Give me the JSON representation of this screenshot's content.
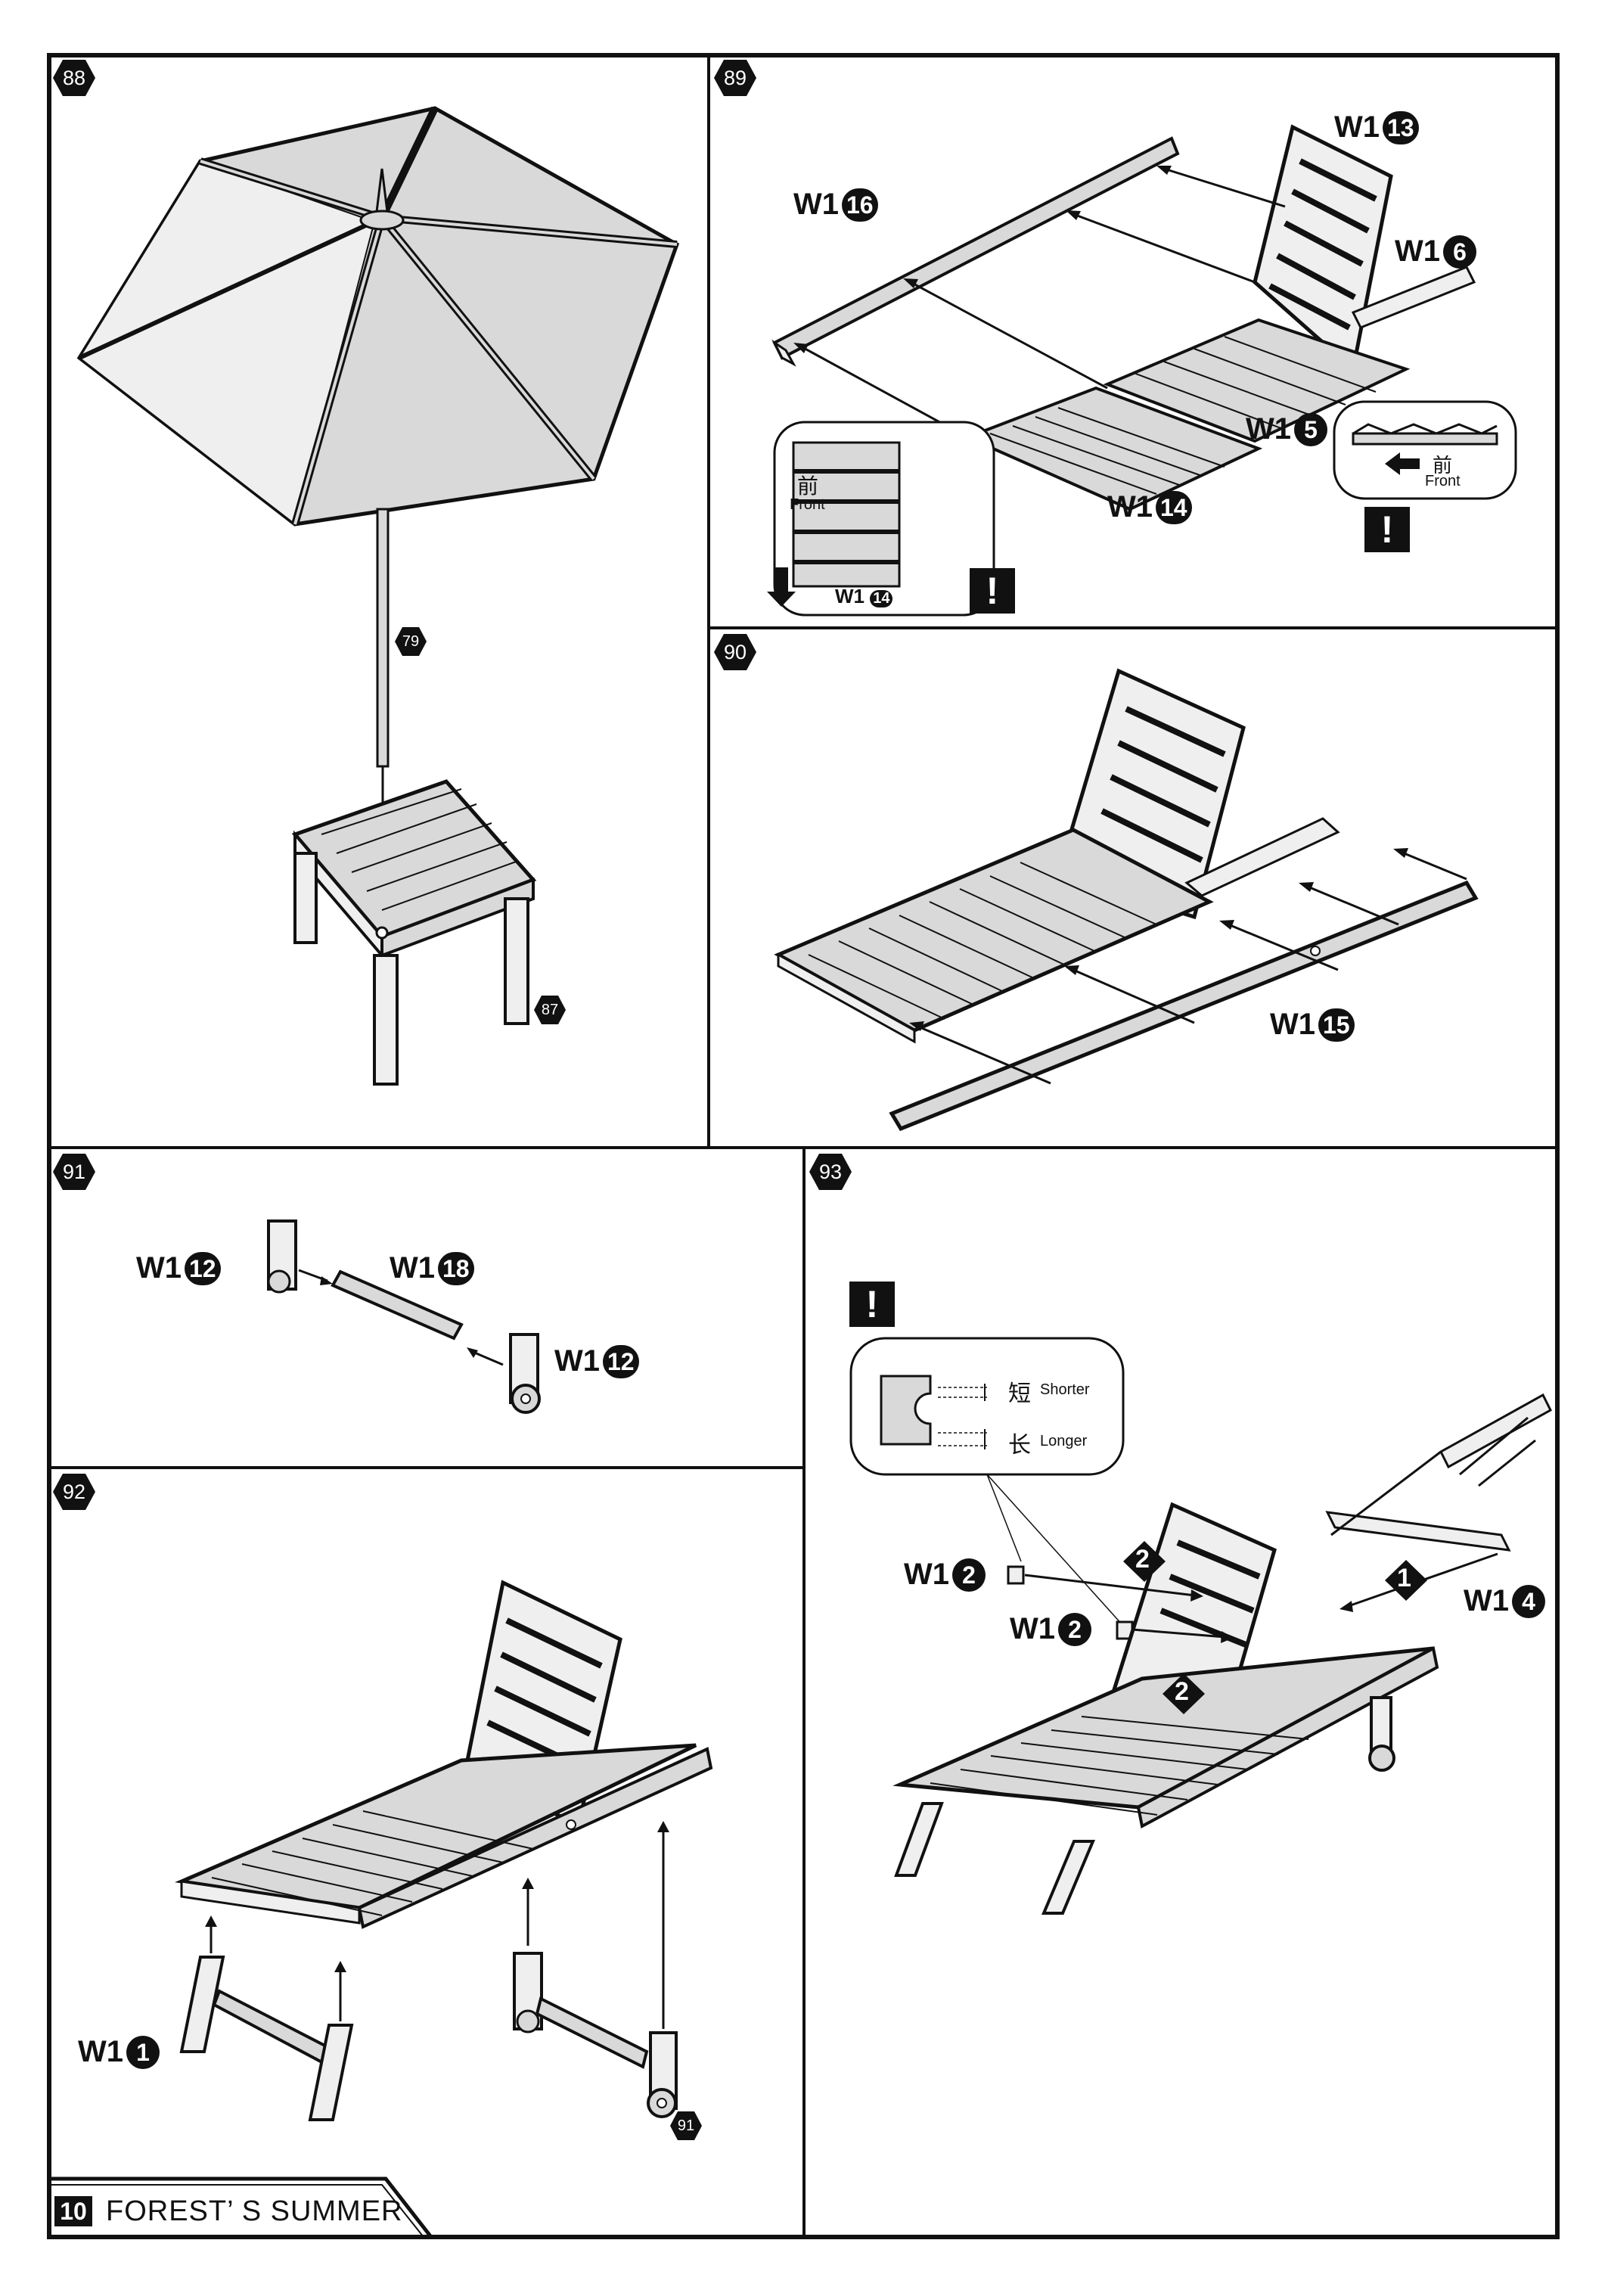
{
  "page": {
    "number": "10",
    "title": "FOREST’ S SUMMER"
  },
  "steps": {
    "s88": {
      "number": "88",
      "refs": {
        "pole": "79",
        "table": "87"
      }
    },
    "s89": {
      "number": "89",
      "labels": {
        "l16": {
          "prefix": "W1",
          "num": "16"
        },
        "l13": {
          "prefix": "W1",
          "num": "13"
        },
        "l6": {
          "prefix": "W1",
          "num": "6"
        },
        "l5": {
          "prefix": "W1",
          "num": "5"
        },
        "l14": {
          "prefix": "W1",
          "num": "14"
        }
      },
      "inset_front": {
        "cn": "前",
        "en": "Front"
      },
      "inset_part": {
        "prefix": "W1",
        "num": "14"
      },
      "inset2_front": {
        "cn": "前",
        "en": "Front"
      },
      "warning": "!"
    },
    "s90": {
      "number": "90",
      "labels": {
        "l15": {
          "prefix": "W1",
          "num": "15"
        }
      }
    },
    "s91": {
      "number": "91",
      "labels": {
        "l12a": {
          "prefix": "W1",
          "num": "12"
        },
        "l18": {
          "prefix": "W1",
          "num": "18"
        },
        "l12b": {
          "prefix": "W1",
          "num": "12"
        }
      }
    },
    "s92": {
      "number": "92",
      "labels": {
        "l1": {
          "prefix": "W1",
          "num": "1"
        }
      },
      "ref": "91"
    },
    "s93": {
      "number": "93",
      "warning": "!",
      "callout": {
        "short_cn": "短",
        "short_en": "Shorter",
        "long_cn": "长",
        "long_en": "Longer"
      },
      "labels": {
        "l2a": {
          "prefix": "W1",
          "num": "2"
        },
        "l2b": {
          "prefix": "W1",
          "num": "2"
        },
        "l4": {
          "prefix": "W1",
          "num": "4"
        }
      },
      "order": {
        "first": "1",
        "second_a": "2",
        "second_b": "2"
      }
    }
  },
  "icons": [
    "hexagon-step-badge",
    "warning-icon",
    "front-arrow-icon",
    "down-arrow-icon"
  ],
  "colors": {
    "ink": "#111111",
    "fill": "#d9d9d9",
    "fill_light": "#efefef"
  }
}
